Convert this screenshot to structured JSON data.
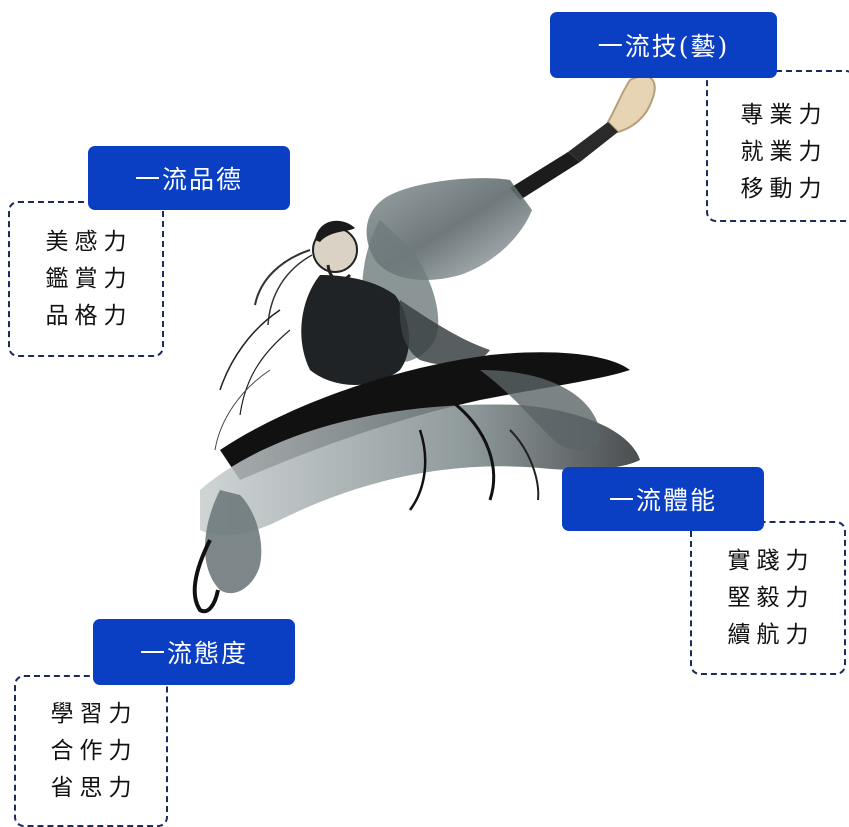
{
  "groups": {
    "tech": {
      "title": "一流技(藝)",
      "items": [
        "專業力",
        "就業力",
        "移動力"
      ]
    },
    "moral": {
      "title": "一流品德",
      "items": [
        "美感力",
        "鑑賞力",
        "品格力"
      ]
    },
    "physical": {
      "title": "一流體能",
      "items": [
        "實踐力",
        "堅毅力",
        "續航力"
      ]
    },
    "attitude": {
      "title": "一流態度",
      "items": [
        "學習力",
        "合作力",
        "省思力"
      ]
    }
  },
  "colors": {
    "label_bg": "#0a3fc4",
    "label_text": "#ffffff",
    "box_border": "#1d2b5c",
    "ink": "#1a1a1a"
  },
  "illustration": "ink-brush-warrior-with-giant-calligraphy-brush"
}
